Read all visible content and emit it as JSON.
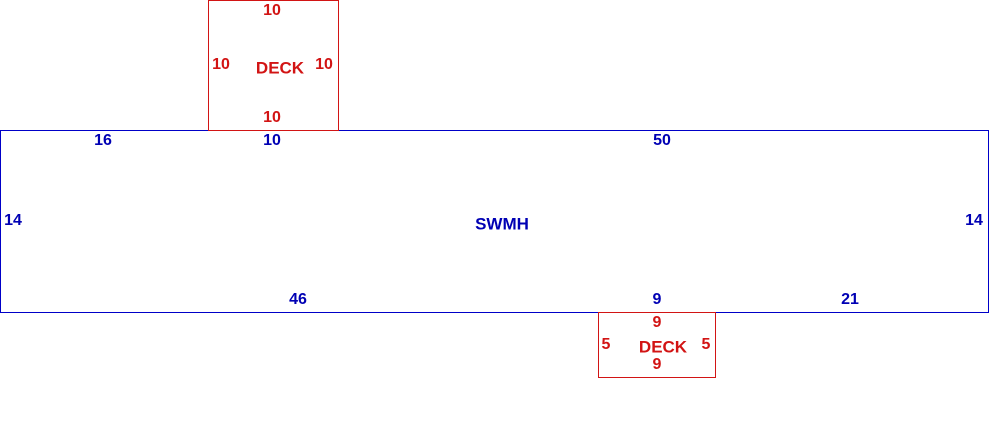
{
  "colors": {
    "main_outline": "#0000c8",
    "main_text": "#0000b4",
    "deck_outline": "#d21414",
    "deck_text": "#d21414"
  },
  "main_structure": {
    "label": "SWMH",
    "dims": {
      "top_left": "16",
      "top_mid": "10",
      "top_right": "50",
      "left": "14",
      "right": "14",
      "bottom_left": "46",
      "bottom_mid": "9",
      "bottom_right": "21"
    }
  },
  "deck_top": {
    "label": "DECK",
    "dims": {
      "top": "10",
      "left": "10",
      "right": "10",
      "bottom": "10"
    }
  },
  "deck_bottom": {
    "label": "DECK",
    "dims": {
      "top": "9",
      "left": "5",
      "right": "5",
      "bottom": "9"
    }
  }
}
